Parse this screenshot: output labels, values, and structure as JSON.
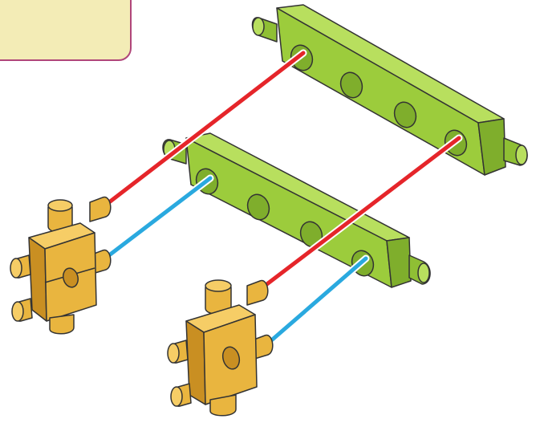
{
  "diagram": {
    "note_box": {
      "text": ""
    },
    "colors": {
      "green_beam": "#9ccc3c",
      "green_beam_shade": "#7fae2c",
      "green_beam_top": "#b8df5e",
      "yellow_connector": "#e9b53f",
      "yellow_connector_shade": "#c98f22",
      "yellow_connector_top": "#f6cd66",
      "outline": "#333333",
      "red_line": "#e5252a",
      "blue_line": "#2aa9df",
      "note_fill": "#f3ecb6",
      "note_border": "#b0467a"
    },
    "parts": [
      {
        "name": "back-green-beam",
        "kind": "beam",
        "holes": 4
      },
      {
        "name": "front-green-beam",
        "kind": "beam",
        "holes": 4
      },
      {
        "name": "left-yellow-connector",
        "kind": "connector"
      },
      {
        "name": "right-yellow-connector",
        "kind": "connector"
      }
    ],
    "guide_lines": [
      {
        "name": "red-guide-line-1",
        "color": "red"
      },
      {
        "name": "blue-guide-line-1",
        "color": "blue"
      },
      {
        "name": "red-guide-line-2",
        "color": "red"
      },
      {
        "name": "blue-guide-line-2",
        "color": "blue"
      }
    ]
  }
}
